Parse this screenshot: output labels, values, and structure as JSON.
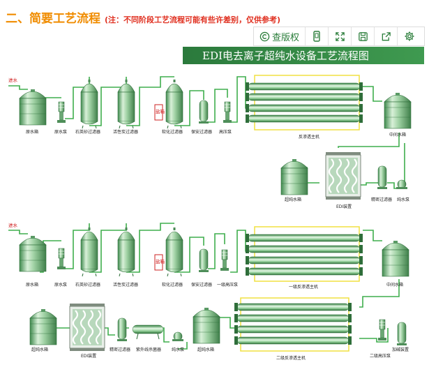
{
  "heading": {
    "title": "二、简要工艺流程",
    "note": "(注：不同阶段工艺流程可能有些许差别，仅供参考)"
  },
  "toolbar": {
    "view_label": "查版权",
    "icons": [
      "copyright-icon",
      "phone-icon",
      "expand-icon",
      "save-icon",
      "share-icon",
      "gear-icon"
    ]
  },
  "banner": {
    "title": "EDI电去离子超纯水设备工艺流程图"
  },
  "top": {
    "inlet": "进水",
    "raw_tank": "原水箱",
    "raw_pump": "原水泵",
    "sand_filter": "石英砂过滤器",
    "carbon_filter": "活性炭过滤器",
    "softener": "软化过滤器",
    "salt_box": "盐箱",
    "security_filter": "保安过滤器",
    "hp_pump": "高压泵",
    "ro_unit": "反渗透主机",
    "mid_tank": "中间水箱",
    "ultra_tank": "超纯水箱",
    "edi": "EDI装置",
    "precision_filter": "精密过滤器",
    "pure_pump": "纯水泵"
  },
  "bottom": {
    "inlet": "进水",
    "raw_tank": "原水箱",
    "raw_pump": "原水泵",
    "sand_filter": "石英砂过滤器",
    "carbon_filter": "活性炭过滤器",
    "softener": "软化过滤器",
    "salt_box": "盐箱",
    "security_filter": "保安过滤器",
    "hp_pump1": "一级高压泵",
    "ro1": "一级反渗透主机",
    "mid_tank": "中间水箱",
    "ultra_tank": "超纯水箱",
    "edi": "EDI装置",
    "precision_filter": "精密过滤器",
    "uv": "紫外线杀菌器",
    "pure_pump": "纯水泵",
    "ultra_tank2": "超纯水箱",
    "ro2": "二级反渗透主机",
    "hp_pump2": "二级高压泵",
    "alkali_tank": "加碱装置"
  }
}
